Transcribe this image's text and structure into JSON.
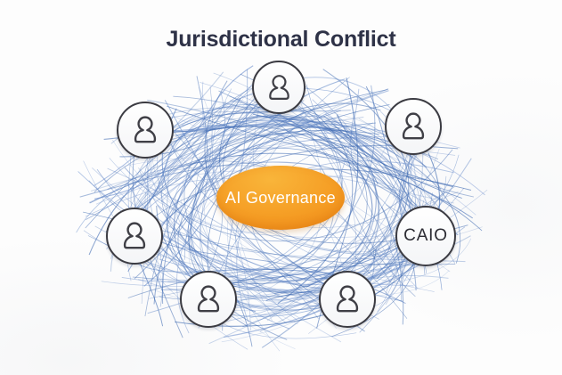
{
  "title": "Jurisdictional Conflict",
  "center": {
    "label": "AI Governance"
  },
  "nodes": [
    {
      "id": "person-top",
      "type": "person-icon"
    },
    {
      "id": "person-upper-left",
      "type": "person-icon"
    },
    {
      "id": "person-upper-right",
      "type": "person-icon"
    },
    {
      "id": "person-left",
      "type": "person-icon"
    },
    {
      "id": "caio",
      "type": "label",
      "label": "CAIO"
    },
    {
      "id": "person-bottom-left",
      "type": "person-icon"
    },
    {
      "id": "person-bottom-right",
      "type": "person-icon"
    }
  ],
  "colors": {
    "title_text": "#2e3247",
    "ellipse_orange_light": "#f9b53a",
    "ellipse_orange_dark": "#ec7d12",
    "ellipse_label_text": "#ffffff",
    "node_border": "#3b3b42",
    "person_icon_stroke": "#3f3f46",
    "caio_text": "#2c2c33",
    "web_line_blue": "#4a73b8"
  }
}
